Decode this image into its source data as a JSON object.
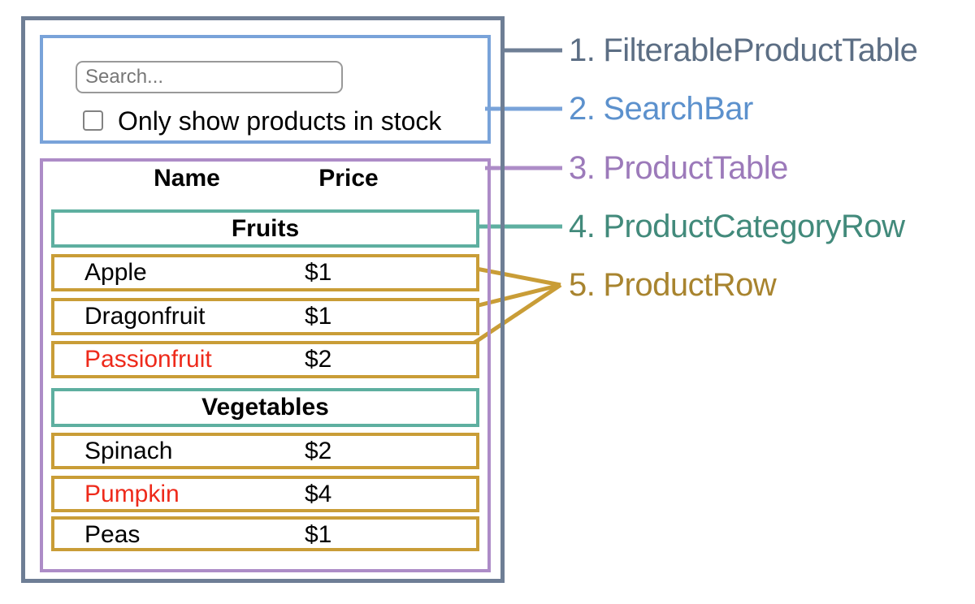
{
  "palette": {
    "slate_border": "#6E7E95",
    "slate_text": "#5C6E84",
    "blue_border": "#79A3D9",
    "blue_text": "#5C91CD",
    "purple_border": "#AD8CC7",
    "purple_text": "#9C7ABA",
    "teal_border": "#5EAFA0",
    "teal_text": "#428A7B",
    "gold_border": "#C99D37",
    "gold_text": "#A8842F",
    "oos_red": "#EE2A1B",
    "input_border": "#999999",
    "placeholder": "#777777"
  },
  "search_bar": {
    "input_placeholder": "Search...",
    "input_value": "",
    "checkbox_label": "Only show products in stock",
    "checkbox_checked": false
  },
  "product_table": {
    "header": {
      "name": "Name",
      "price": "Price"
    },
    "groups": [
      {
        "category": "Fruits",
        "rows": [
          {
            "name": "Apple",
            "price": "$1",
            "out_of_stock": false
          },
          {
            "name": "Dragonfruit",
            "price": "$1",
            "out_of_stock": false
          },
          {
            "name": "Passionfruit",
            "price": "$2",
            "out_of_stock": true
          }
        ]
      },
      {
        "category": "Vegetables",
        "rows": [
          {
            "name": "Spinach",
            "price": "$2",
            "out_of_stock": false
          },
          {
            "name": "Pumpkin",
            "price": "$4",
            "out_of_stock": true
          },
          {
            "name": "Peas",
            "price": "$1",
            "out_of_stock": false
          }
        ]
      }
    ]
  },
  "annotations": [
    {
      "number": "1.",
      "label": "FilterableProductTable"
    },
    {
      "number": "2.",
      "label": "SearchBar"
    },
    {
      "number": "3.",
      "label": "ProductTable"
    },
    {
      "number": "4.",
      "label": "ProductCategoryRow"
    },
    {
      "number": "5.",
      "label": "ProductRow"
    }
  ]
}
